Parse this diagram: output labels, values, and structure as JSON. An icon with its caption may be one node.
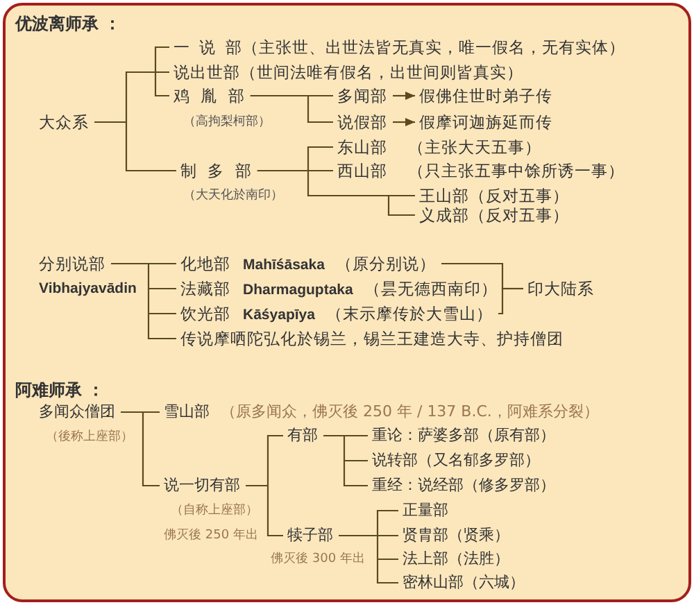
{
  "diagram": {
    "nodes": [
      {
        "text": [
          "大众系"
        ]
      },
      {
        "text": [
          "一 说 部（主张世、出世法皆无真实，唯一假名，无有实体）"
        ]
      },
      {
        "text": [
          "说出世部（世间法唯有假名，出世间则皆真实）"
        ]
      },
      {
        "text": [
          "鸡 胤 部"
        ],
        "beside": [
          "（高拘梨柯部）"
        ]
      },
      {
        "text": [
          "多闻部"
        ]
      },
      {
        "text": [
          "假佛住世时弟子传"
        ]
      },
      {
        "text": [
          "说假部"
        ]
      },
      {
        "text": [
          "假摩诃迦旃延而传"
        ]
      },
      {
        "text": [
          "制 多 部"
        ],
        "beside": [
          "（大天化於南印）"
        ]
      },
      {
        "text": [
          "东山部",
          "（主张大天五事）"
        ]
      },
      {
        "text": [
          "西山部",
          "（只主张五事中馀所诱一事）"
        ]
      },
      {
        "text": [
          "王山部（反对五事）"
        ]
      },
      {
        "text": [
          "义成部（反对五事）"
        ]
      },
      {
        "text": [
          "分别说部"
        ],
        "beside": [
          "Vibhajyavādin"
        ]
      },
      {
        "text": [
          "化地部",
          "Mahīśāsaka",
          "（原分别说）"
        ]
      },
      {
        "text": [
          "法藏部",
          "Dharmaguptaka",
          "（昙无德西南印）"
        ]
      },
      {
        "text": [
          "饮光部",
          "Kāśyapīya",
          "（末示摩传於大雪山）"
        ]
      },
      {
        "text": [
          "传说摩哂陀弘化於锡兰，锡兰王建造大寺、护持僧团"
        ]
      },
      {
        "text": [
          "印大陆系"
        ]
      },
      {
        "text": [
          "多闻众僧团"
        ],
        "beside": [
          "（後称上座部）"
        ]
      },
      {
        "text": [
          "雪山部",
          "（原多闻众，佛灭後 250 年 / 137 B.C.，阿难系分裂）"
        ]
      },
      {
        "text": [
          "说一切有部"
        ],
        "beside": [
          "（自称上座部）",
          "佛灭後 250 年出"
        ]
      },
      {
        "text": [
          "有部"
        ]
      },
      {
        "text": [
          "重论：萨婆多部（原有部）"
        ]
      },
      {
        "text": [
          "说转部（又名郁多罗部）"
        ]
      },
      {
        "text": [
          "重经：说经部（修多罗部）"
        ]
      },
      {
        "text": [
          "犊子部"
        ],
        "beside": [
          "佛灭後 300 年出"
        ]
      },
      {
        "text": [
          "正量部"
        ]
      },
      {
        "text": [
          "贤胄部（贤乘）"
        ]
      },
      {
        "text": [
          "法上部（法胜）"
        ]
      },
      {
        "text": [
          "密林山部（六城）"
        ]
      }
    ],
    "edges": [
      {
        "from": 0,
        "to": 1,
        "arrow": "none"
      },
      {
        "from": 0,
        "to": 2,
        "arrow": "none"
      },
      {
        "from": 0,
        "to": 3,
        "arrow": "none"
      },
      {
        "from": 0,
        "to": 8,
        "arrow": "none"
      },
      {
        "from": 3,
        "to": 4,
        "arrow": "none"
      },
      {
        "from": 3,
        "to": 6,
        "arrow": "none"
      },
      {
        "from": 4,
        "to": 5,
        "arrow": "to"
      },
      {
        "from": 6,
        "to": 7,
        "arrow": "to"
      },
      {
        "from": 8,
        "to": 9,
        "arrow": "none"
      },
      {
        "from": 8,
        "to": 10,
        "arrow": "none"
      },
      {
        "from": 8,
        "to": 11,
        "arrow": "none"
      },
      {
        "from": 8,
        "to": 12,
        "arrow": "none"
      },
      {
        "from": 13,
        "to": 14,
        "arrow": "none"
      },
      {
        "from": 13,
        "to": 15,
        "arrow": "none"
      },
      {
        "from": 13,
        "to": 16,
        "arrow": "none"
      },
      {
        "from": 13,
        "to": 17,
        "arrow": "none"
      },
      {
        "from": 14,
        "to": 18,
        "arrow": "none"
      },
      {
        "from": 15,
        "to": 18,
        "arrow": "none"
      },
      {
        "from": 16,
        "to": 18,
        "arrow": "none"
      },
      {
        "from": 19,
        "to": 20,
        "arrow": "none"
      },
      {
        "from": 19,
        "to": 21,
        "arrow": "none"
      },
      {
        "from": 21,
        "to": 22,
        "arrow": "none"
      },
      {
        "from": 21,
        "to": 26,
        "arrow": "none"
      },
      {
        "from": 22,
        "to": 23,
        "arrow": "none"
      },
      {
        "from": 22,
        "to": 24,
        "arrow": "none"
      },
      {
        "from": 22,
        "to": 25,
        "arrow": "none"
      },
      {
        "from": 26,
        "to": 27,
        "arrow": "none"
      },
      {
        "from": 26,
        "to": 28,
        "arrow": "none"
      },
      {
        "from": 26,
        "to": 29,
        "arrow": "none"
      },
      {
        "from": 26,
        "to": 30,
        "arrow": "none"
      }
    ],
    "labels": [
      "优波离师承 ：",
      "阿难师承 ："
    ]
  }
}
